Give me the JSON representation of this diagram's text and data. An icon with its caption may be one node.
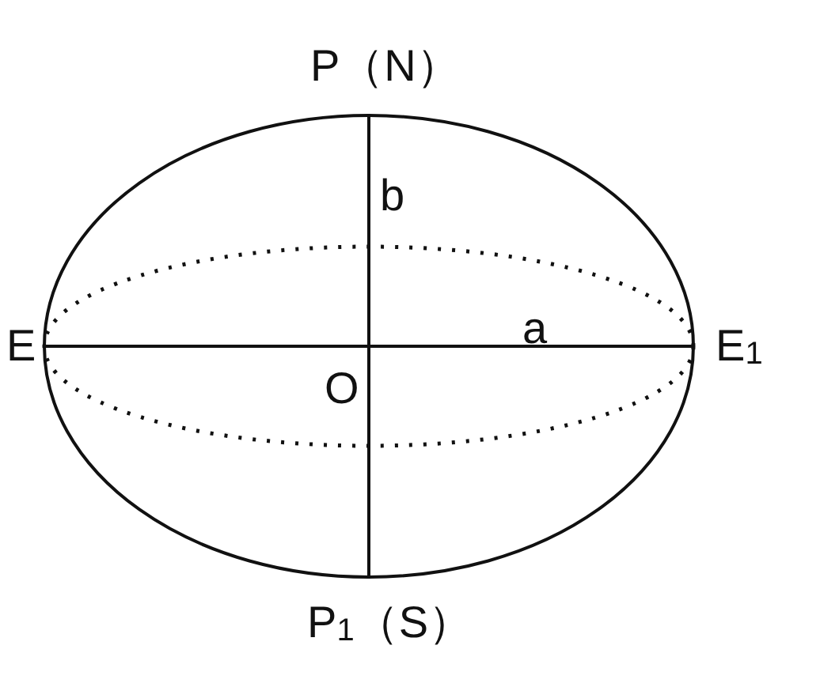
{
  "diagram": {
    "labels": [
      "P（N）",
      "b",
      "E",
      "a",
      "E$_{1}$",
      "O",
      "P$_{1}$（S）"
    ]
  }
}
